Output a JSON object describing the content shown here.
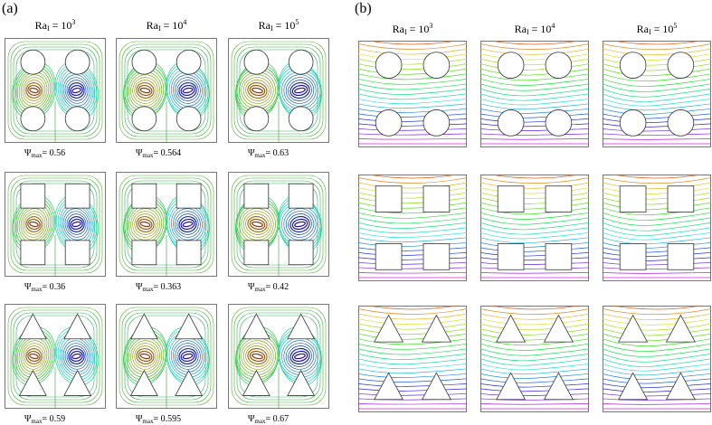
{
  "figure": {
    "label_a": "(a)",
    "label_b": "(b)",
    "ra_prefix": "Ra",
    "ra_sub": "I",
    "ra_eq": " = 10",
    "ra_exponents": [
      "3",
      "4",
      "5"
    ],
    "psi_symbol": "Ψ",
    "psi_sub": "max",
    "psi_values": [
      [
        "0.56",
        "0.564",
        "0.63"
      ],
      [
        "0.36",
        "0.363",
        "0.42"
      ],
      [
        "0.59",
        "0.595",
        "0.67"
      ]
    ],
    "obstacle_shapes": [
      "circle",
      "square",
      "triangle"
    ],
    "colors": {
      "streamline_pos": "#8b4a1a",
      "streamline_neg": "#3a1fd0",
      "isotherm_hot": "#7a2a8a",
      "isotherm_cold": "#7a2a8a",
      "border": "#555555"
    }
  }
}
